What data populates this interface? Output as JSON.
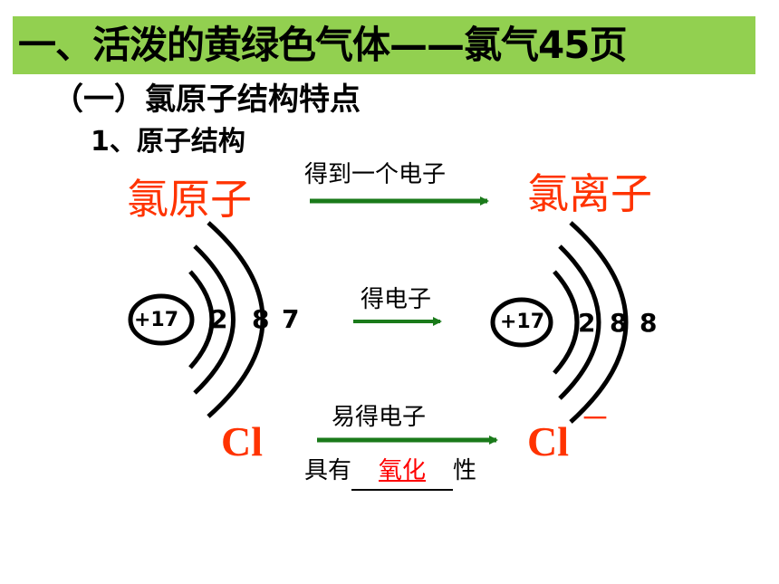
{
  "title": "一、活泼的黄绿色气体——氯气45页",
  "section_heading": "（一）氯原子结构特点",
  "subsection_heading": "1、原子结构",
  "atom": {
    "label": "氯原子",
    "nucleus": "+17",
    "shells": [
      "2",
      "8",
      "7"
    ],
    "symbol": "Cl"
  },
  "ion": {
    "label": "氯离子",
    "nucleus": "+17",
    "shells": [
      "2",
      "8",
      "8"
    ],
    "symbol": "Cl",
    "charge": "－"
  },
  "arrows": {
    "top_text": "得到一个电子",
    "middle_text": "得电子",
    "bottom_text": "易得电子"
  },
  "property": {
    "prefix": "具有",
    "answer": "氧化",
    "suffix": "性"
  },
  "colors": {
    "title_bg": "#92d050",
    "red": "#ff3300",
    "arrow_green": "#1a7a1a"
  }
}
